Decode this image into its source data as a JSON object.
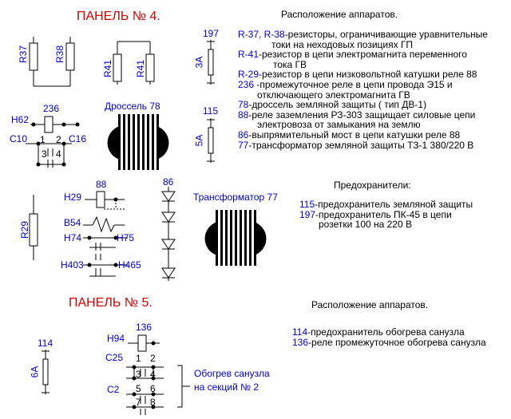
{
  "panel4": {
    "title": "ПАНЕЛЬ № 4.",
    "location_title": "Расположение аппаратов.",
    "labels": {
      "r37": "R37",
      "r38": "R38",
      "r41a": "R41",
      "r41b": "R41",
      "k236": "236",
      "h62": "H62",
      "c10": "C10",
      "c16": "C16",
      "c1": "1",
      "c2": "2",
      "c3": "3",
      "c4": "4",
      "choke_title": "Дроссель 78",
      "f197": "197",
      "f197_rating": "3А",
      "f115": "115",
      "f115_rating": "5А",
      "r29": "R29",
      "k88": "88",
      "h29": "H29",
      "b54": "B54",
      "h74": "H74",
      "h75": "H75",
      "h403": "H403",
      "h465": "H465",
      "bridge86": "86",
      "transformer_title": "Трансформатор 77"
    },
    "legend": [
      {
        "code": "R-37, R-38",
        "text": "-резисторы, ограничивающие уравнительные",
        "cont": "токи на неходовых позициях ГП"
      },
      {
        "code": "R-41",
        "text": "-резистор в цепи электромагнита переменного",
        "cont": "тока ГВ"
      },
      {
        "code": "R-29",
        "text": "-резистор в цепи низковольтной катушки реле 88",
        "cont": ""
      },
      {
        "code": "236",
        "text": " -промежуточное реле в цепи провода Э15 и",
        "cont": "отключающего электромагнита ГВ"
      },
      {
        "code": "78",
        "text": "-дроссель земляной защиты ( тип ДВ-1)",
        "cont": ""
      },
      {
        "code": "88",
        "text": "-реле заземления РЗ-303 защищает силовые цепи",
        "cont": "электровоза от замыкания на землю"
      },
      {
        "code": "86",
        "text": "-выпрямительный мост в цепи катушки реле 88",
        "cont": ""
      },
      {
        "code": "77",
        "text": "-трансформатор земляной защиты ТЗ-1 380/220 В",
        "cont": ""
      }
    ],
    "fuses_title": "Предохранители:",
    "fuses": [
      {
        "code": "115",
        "text": "-предохранитель земляной защиты",
        "cont": ""
      },
      {
        "code": "197",
        "text": "-предохранитель ПК-45 в цепи",
        "cont": "розетки  100 на 220 В"
      }
    ]
  },
  "panel5": {
    "title": "ПАНЕЛЬ № 5.",
    "location_title": "Расположение аппаратов.",
    "labels": {
      "f114": "114",
      "f114_rating": "6А",
      "k136": "136",
      "h94": "H94",
      "c25": "C25",
      "c2": "C2",
      "n1": "1",
      "n2": "2",
      "n3": "3",
      "n4": "4",
      "n5": "5",
      "n6": "6",
      "n7": "7",
      "n8": "8",
      "heating": "Обогрев санузла",
      "sections": "на секций № 2"
    },
    "legend": [
      {
        "code": "114",
        "text": "-предохранитель обогрева санузла"
      },
      {
        "code": "136",
        "text": "-реле промежуточное обогрева санузла"
      }
    ]
  }
}
